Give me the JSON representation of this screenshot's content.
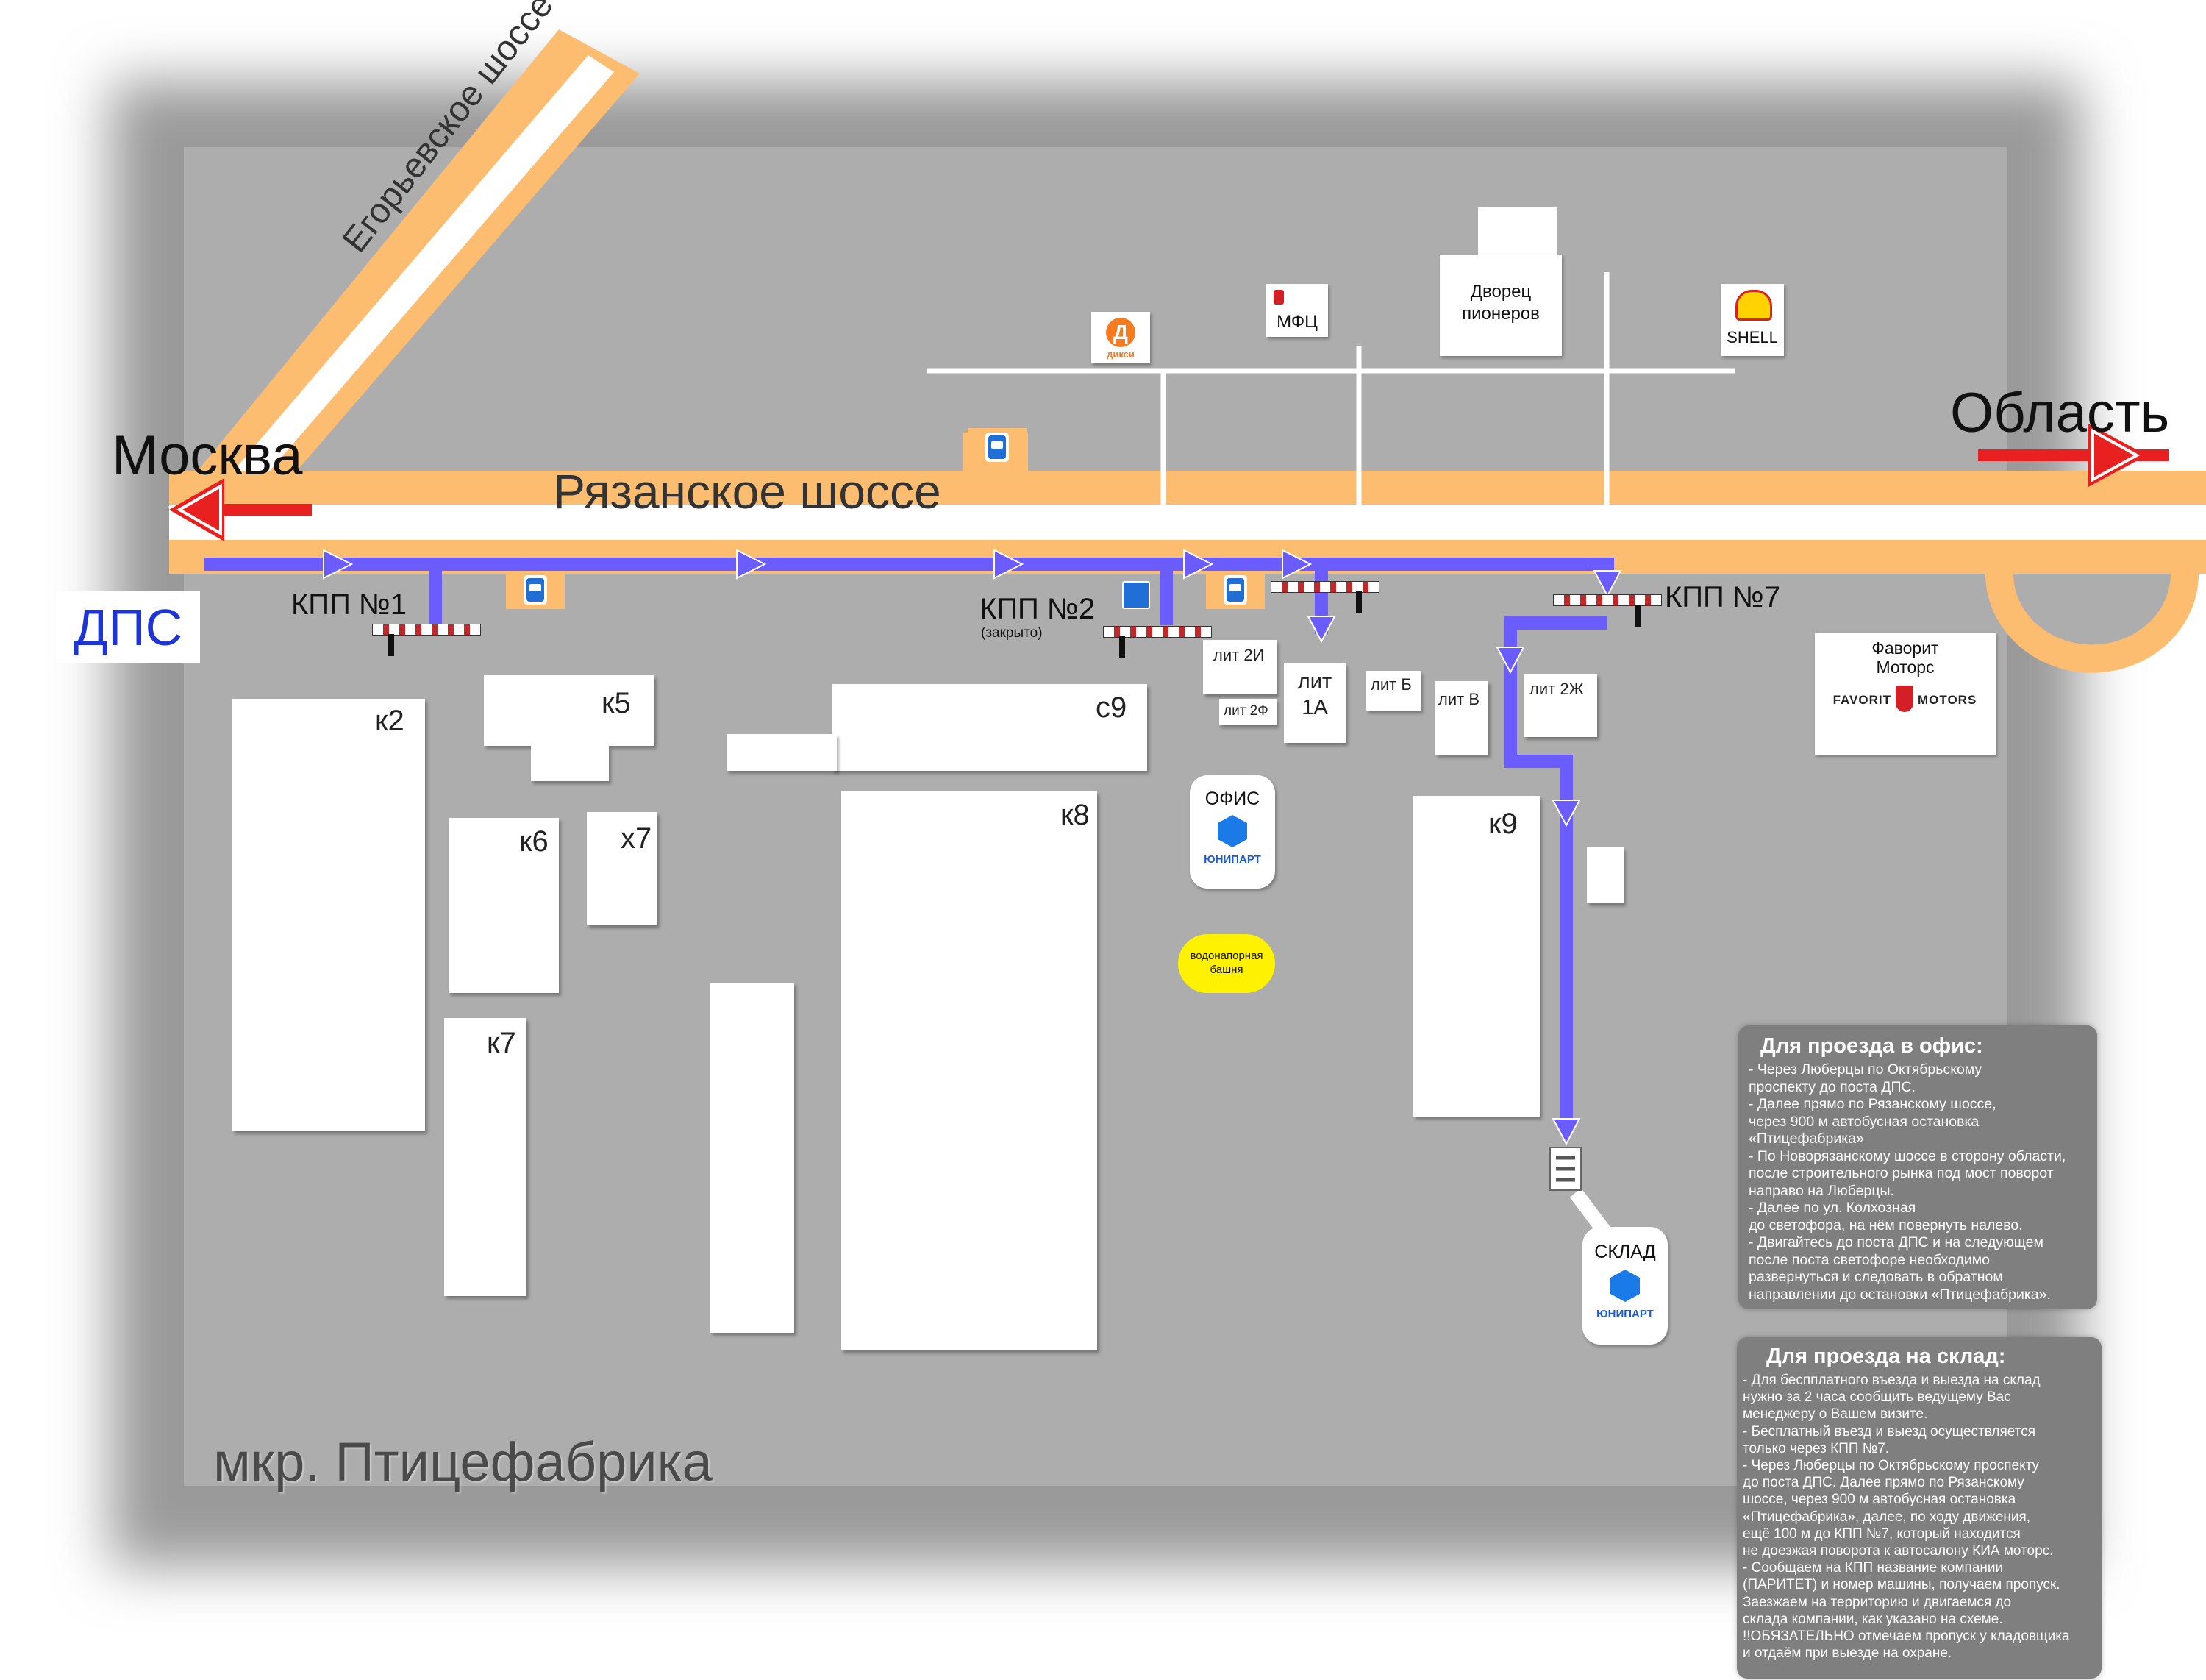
{
  "roads": {
    "egorievskoe": "Егорьевское шоссе",
    "ryazanskoe": "Рязанское шоссе"
  },
  "directions": {
    "moscow": "Москва",
    "oblast": "Область"
  },
  "dps_label": "ДПС",
  "district_label": "мкр. Птицефабрика",
  "checkpoints": {
    "kpp1": "КПП №1",
    "kpp2": "КПП №2",
    "kpp2_note": "(закрыто)",
    "kpp7": "КПП №7"
  },
  "buildings": {
    "k2": "к2",
    "k5": "к5",
    "k6": "к6",
    "x7": "х7",
    "k7": "к7",
    "c9": "с9",
    "k8": "к8",
    "k9": "к9",
    "lit_2i": "лит 2И",
    "lit_2f": "лит 2Ф",
    "lit_1a": "лит 1А",
    "lit_b": "лит Б",
    "lit_v": "лит В",
    "lit_2zh": "лит 2Ж"
  },
  "pois": {
    "diksi_brand": "дикси",
    "mfc": "МФЦ",
    "palace": "Дворец пионеров",
    "shell": "SHELL",
    "favorit_title": "Фаворит Моторс",
    "favorit_logo_left": "FAVORIT",
    "favorit_logo_right": "MOTORS",
    "water_tower": "водонапорная башня"
  },
  "markers": {
    "office_title": "ОФИС",
    "office_brand": "ЮНИПАРТ",
    "warehouse_title": "СКЛАД",
    "warehouse_brand": "ЮНИПАРТ"
  },
  "colors": {
    "road": "#fdbd71",
    "route": "#6a5cff",
    "direction_arrow": "#e8201f",
    "dps": "#1d34d6",
    "brand_blue": "#1a5bd6",
    "water_tower": "#fff200"
  },
  "office_panel": {
    "title": "Для проезда в офис:",
    "lines": [
      "- Через Люберцы по Октябрьскому",
      "проспекту до поста ДПС.",
      "- Далее прямо по Рязанскому шоссе,",
      "через 900 м автобусная остановка",
      "«Птицефабрика»",
      "- По Новорязанскому шоссе в сторону области,",
      " после строительного рынка под мост поворот",
      "направо на Люберцы.",
      "- Далее по ул. Колхозная",
      "до светофора, на нём повернуть налево.",
      "- Двигайтесь до поста ДПС и на следующем",
      "после поста светофоре необходимо",
      "развернуться и следовать в обратном",
      "направлении до остановки «Птицефабрика»."
    ]
  },
  "warehouse_panel": {
    "title": "Для проезда на склад:",
    "lines": [
      "- Для беспплатного въезда и выезда на склад",
      "нужно за 2 часа сообщить ведущему Вас",
      "менеджеру о Вашем визите.",
      "- Бесплатный въезд и выезд осуществляется",
      "только через КПП №7.",
      "- Через Люберцы по Октябрьскому проспекту",
      "до поста ДПС. Далее прямо по Рязанскому",
      "шоссе, через 900 м автобусная остановка",
      "«Птицефабрика», далее, по ходу движения,",
      "ещё 100 м до КПП №7, который находится",
      "не доезжая  поворота к автосалону КИА моторс.",
      "- Сообщаем на КПП название компании",
      "(ПАРИТЕТ) и номер машины, получаем пропуск.",
      " Заезжаем на территорию и двигаемся до",
      "склада компании, как указано на схеме.",
      "!!ОБЯЗАТЕЛЬНО отмечаем пропуск у кладовщика",
      "и отдаём при выезде на охране."
    ]
  }
}
